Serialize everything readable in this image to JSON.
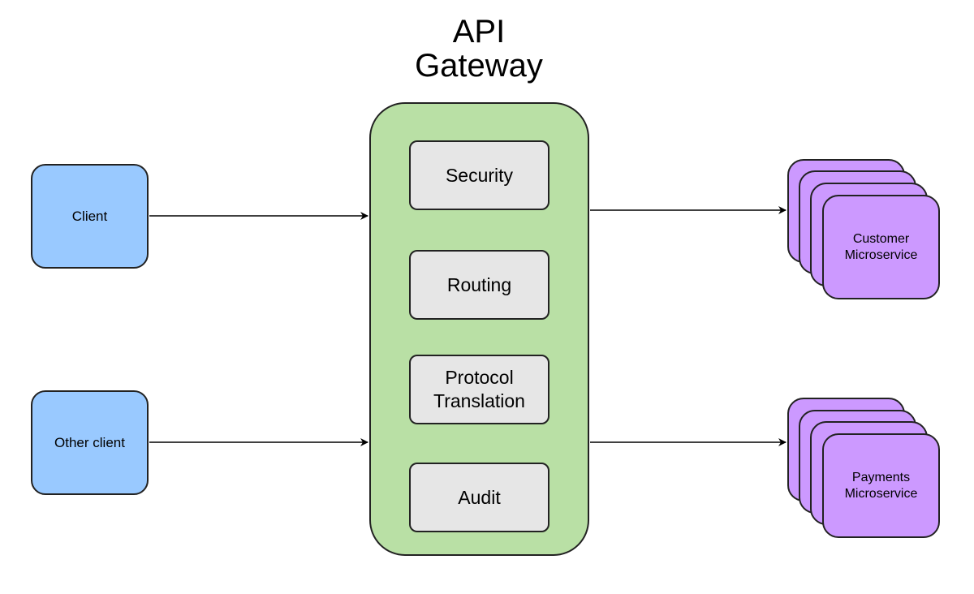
{
  "title": {
    "line1": "API",
    "line2": "Gateway"
  },
  "clients": {
    "client": "Client",
    "other_client": "Other client"
  },
  "gateway_modules": {
    "security": "Security",
    "routing": "Routing",
    "protocol_line1": "Protocol",
    "protocol_line2": "Translation",
    "audit": "Audit"
  },
  "services": {
    "customer_line1": "Customer",
    "customer_line2": "Microservice",
    "payments_line1": "Payments",
    "payments_line2": "Microservice"
  },
  "colors": {
    "client_fill": "#99c9ff",
    "gateway_fill": "#b9e0a5",
    "module_fill": "#e6e6e6",
    "service_fill": "#cc99ff"
  }
}
